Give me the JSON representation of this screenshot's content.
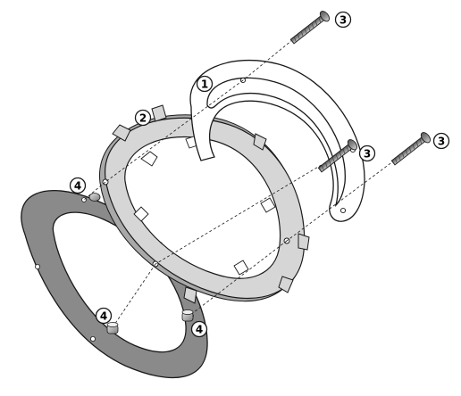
{
  "diagram": {
    "callouts": {
      "flange_ring": "1",
      "adapter_ring": "2",
      "screw_top": "3",
      "screw_mid": "3",
      "screw_right": "3",
      "spacer_upper": "4",
      "spacer_lower_left": "4",
      "spacer_lower_right": "4"
    },
    "colors": {
      "line": "#1a1a1a",
      "gasket_fill": "#8a8a8a",
      "adapter_fill": "#d6d6d6",
      "adapter_shadow": "#a9a9a9",
      "flange_fill": "#ffffff",
      "screw_fill": "#9a9a9a",
      "callout_fill": "#ffffff"
    }
  }
}
